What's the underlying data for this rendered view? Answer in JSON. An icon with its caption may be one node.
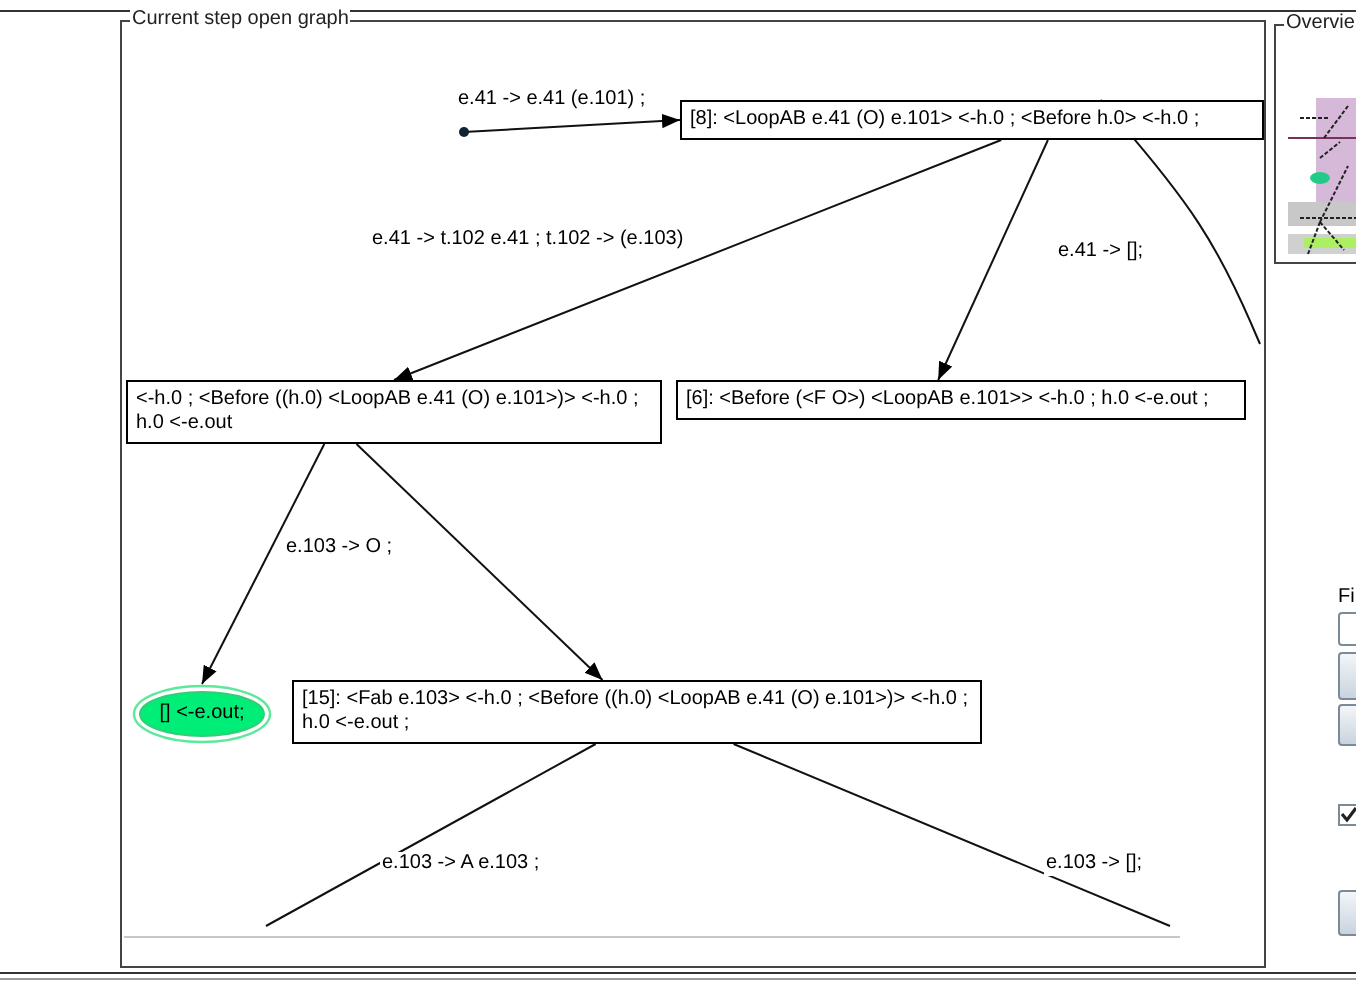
{
  "diagram": {
    "nodes": [
      {
        "text": [
          "Current step open graph"
        ]
      },
      {
        "text": [
          "[8]: <LoopAB e.41 (O) e.101> <-h.0 ; <Before h.0> <-h.0 ;"
        ],
        "in": 0
      },
      {
        "text": [
          "<-h.0 ; <Before ((h.0) <LoopAB e.41 (O) e.101>)> <-h.0 ; h.0 <-e.out"
        ],
        "in": 0
      },
      {
        "text": [
          "[6]: <Before (<F O>) <LoopAB e.101>> <-h.0 ; h.0 <-e.out ;"
        ],
        "in": 0
      },
      {
        "text": [
          "[] <-e.out;"
        ],
        "in": 0
      },
      {
        "text": [
          "[15]: <Fab e.103> <-h.0 ; <Before ((h.0) <LoopAB e.41 (O) e.101>)> <-h.0 ; h.0 <-e.out ;"
        ],
        "in": 0
      },
      {
        "text": [
          "Overvie"
        ]
      }
    ],
    "edges": [
      {
        "from": null,
        "to": 1,
        "arrow": "to",
        "label": "e.41 -> e.41 (e.101) ;"
      },
      {
        "from": 1,
        "to": 2,
        "arrow": "to",
        "label": "e.41 -> t.102 e.41 ; t.102 -> (e.103)"
      },
      {
        "from": 1,
        "to": 3,
        "arrow": "to",
        "label": "e.41 -> [];"
      },
      {
        "from": null,
        "to": 1,
        "arrow": "to"
      },
      {
        "from": 2,
        "to": 4,
        "arrow": "to",
        "label": "e.103 -> O ;"
      },
      {
        "from": 2,
        "to": 5,
        "arrow": "to"
      },
      {
        "from": 5,
        "to": null,
        "arrow": "none",
        "label": "e.103 -> A e.103 ;"
      },
      {
        "from": 5,
        "to": null,
        "arrow": "none",
        "label": "e.103 -> [];"
      }
    ],
    "labels": [
      "Fi"
    ]
  }
}
